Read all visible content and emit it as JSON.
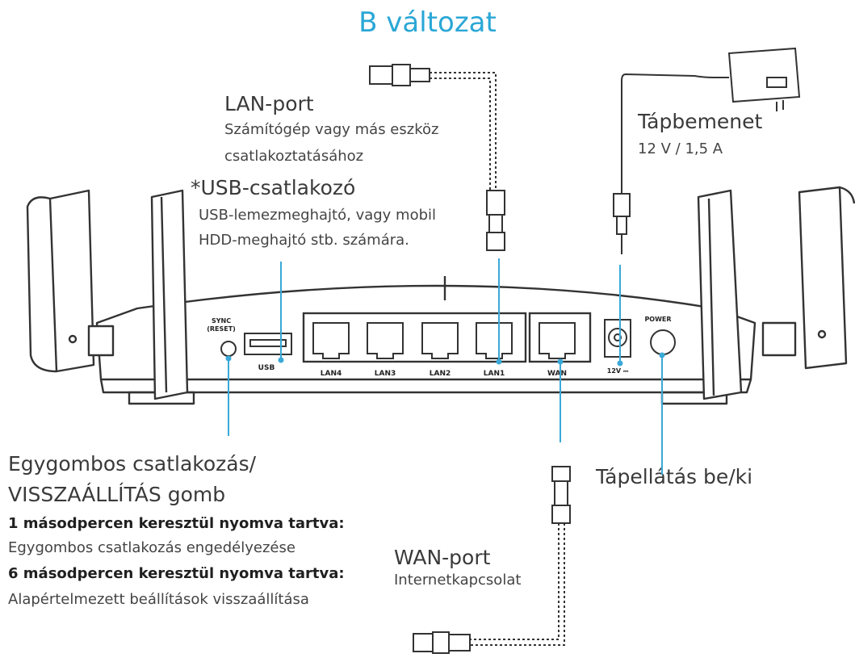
{
  "title": "B változat",
  "lan": {
    "heading": "LAN-port",
    "line1": "Számítógép vagy más eszköz",
    "line2": "csatlakoztatásához"
  },
  "usb": {
    "heading": "*USB-csatlakozó",
    "line1": "USB-lemezmeghajtó, vagy mobil",
    "line2": "HDD-meghajtó stb. számára."
  },
  "power_in": {
    "heading": "Tápbemenet",
    "value": "12 V / 1,5 A"
  },
  "reset": {
    "heading1": "Egygombos csatlakozás/",
    "heading2": "VISSZAÁLLÍTÁS gomb",
    "hold1": "1 másodpercen keresztül nyomva tartva:",
    "action1": "Egygombos csatlakozás engedélyezése",
    "hold6": "6 másodpercen keresztül nyomva tartva:",
    "action6": "Alapértelmezett beállítások visszaállítása"
  },
  "power_switch": {
    "heading": "Tápellátás be/ki"
  },
  "wan": {
    "heading": "WAN-port",
    "line1": "Internetkapcsolat"
  },
  "device_labels": {
    "sync": "SYNC",
    "reset": "(RESET)",
    "usb": "USB",
    "lan4": "LAN4",
    "lan3": "LAN3",
    "lan2": "LAN2",
    "lan1": "LAN1",
    "wan": "WAN",
    "dc": "12V ⎓",
    "power": "POWER"
  },
  "colors": {
    "accent": "#2aa7d6",
    "line": "#333333",
    "callout": "#3aa9d8"
  }
}
